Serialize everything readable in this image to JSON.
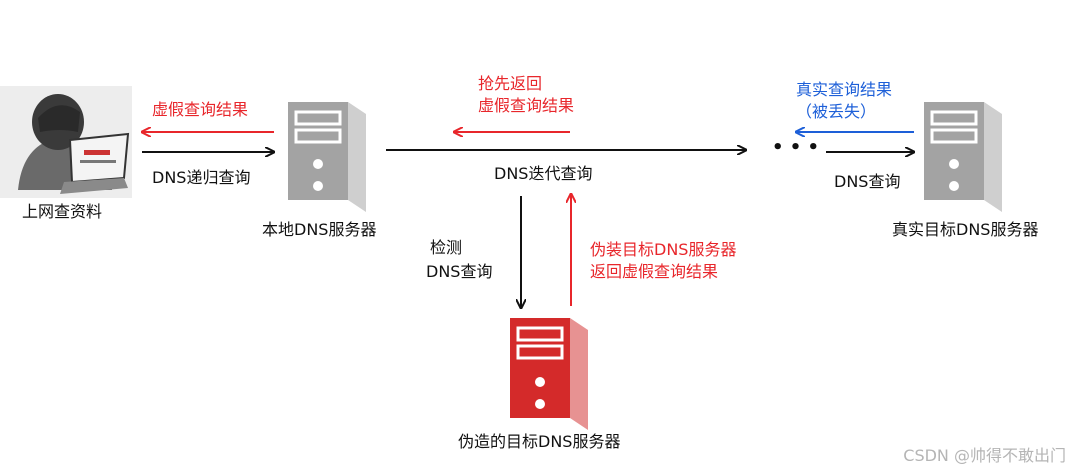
{
  "nodes": {
    "user": "上网查资料",
    "local_dns": "本地DNS服务器",
    "real_dns": "真实目标DNS服务器",
    "fake_dns": "伪造的目标DNS服务器"
  },
  "edges": {
    "fake_to_user": "虚假查询结果",
    "user_to_local": "DNS递归查询",
    "fake_preempt_line1": "抢先返回",
    "fake_preempt_line2": "虚假查询结果",
    "iterative": "DNS迭代查询",
    "real_result_line1": "真实查询结果",
    "real_result_line2": "（被丢失）",
    "dns_query_right": "DNS查询",
    "detect_line1": "检测",
    "detect_line2": "DNS查询",
    "fake_return_line1": "伪装目标DNS服务器",
    "fake_return_line2": "返回虚假查询结果",
    "ellipsis": "• • •"
  },
  "colors": {
    "red": "#e8262b",
    "blue": "#1d5fd8",
    "black": "#111111",
    "server_gray": "#a3a3a3",
    "server_red": "#d42a2a"
  },
  "watermark": "CSDN @帅得不敢出门"
}
